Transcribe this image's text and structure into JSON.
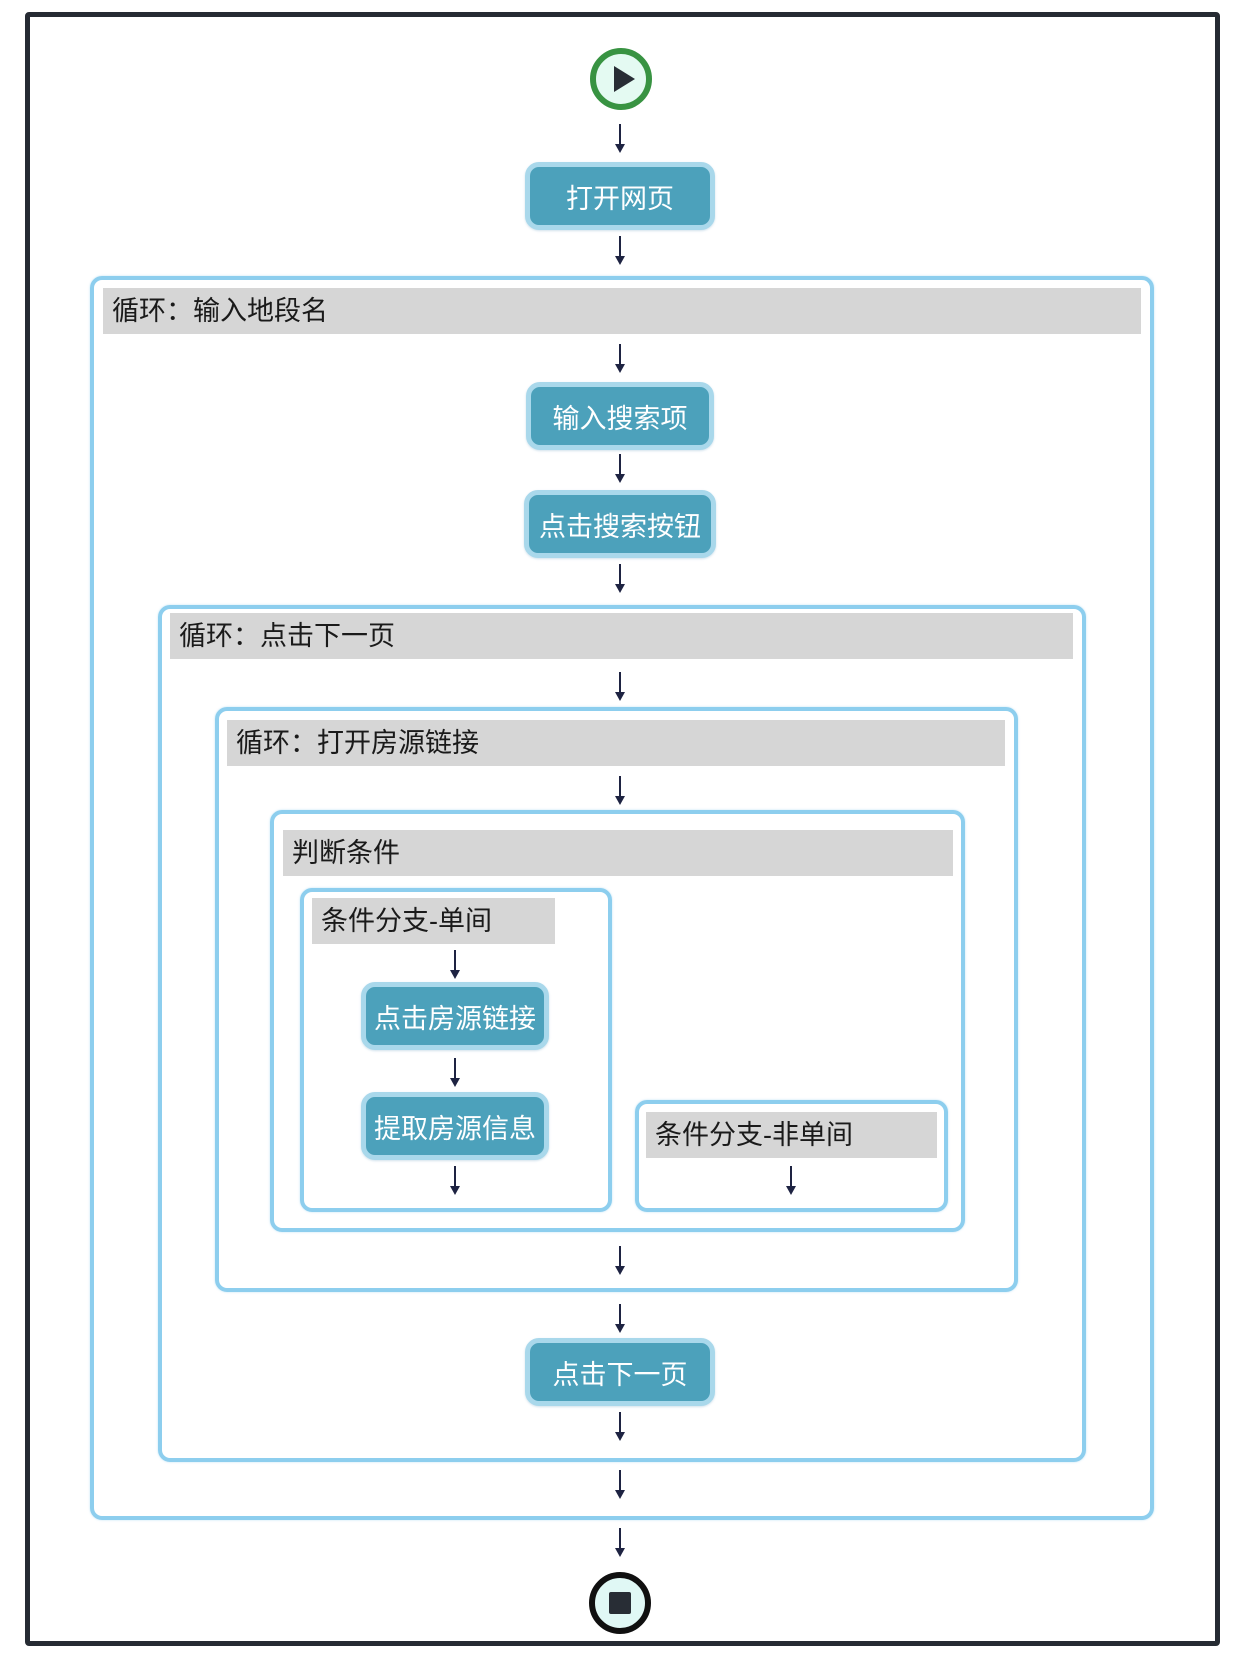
{
  "colors": {
    "frame": "#262B33",
    "node_fill": "#4CA1BB",
    "node_border": "#A9D8EB",
    "node_text": "#FFFFFF",
    "container_border": "#8DCEEE",
    "header_bg": "#D6D6D6",
    "header_text": "#1A1A1A",
    "arrow": "#1E2342",
    "start_ring": "#389342",
    "start_fill": "#E4FAF2",
    "end_ring": "#101010",
    "end_fill": "#E0F8F5",
    "glyph": "#282D35"
  },
  "flow": {
    "start_icon": "play-icon",
    "end_icon": "stop-icon",
    "labels": {
      "open_page": "打开网页",
      "loop_area": "循环：输入地段名",
      "input_search": "输入搜索项",
      "click_search": "点击搜索按钮",
      "loop_next": "循环：点击下一页",
      "loop_listing": "循环：打开房源链接",
      "condition": "判断条件",
      "branch_single": "条件分支-单间",
      "click_listing": "点击房源链接",
      "extract_info": "提取房源信息",
      "branch_not_single": "条件分支-非单间",
      "click_next": "点击下一页"
    }
  }
}
